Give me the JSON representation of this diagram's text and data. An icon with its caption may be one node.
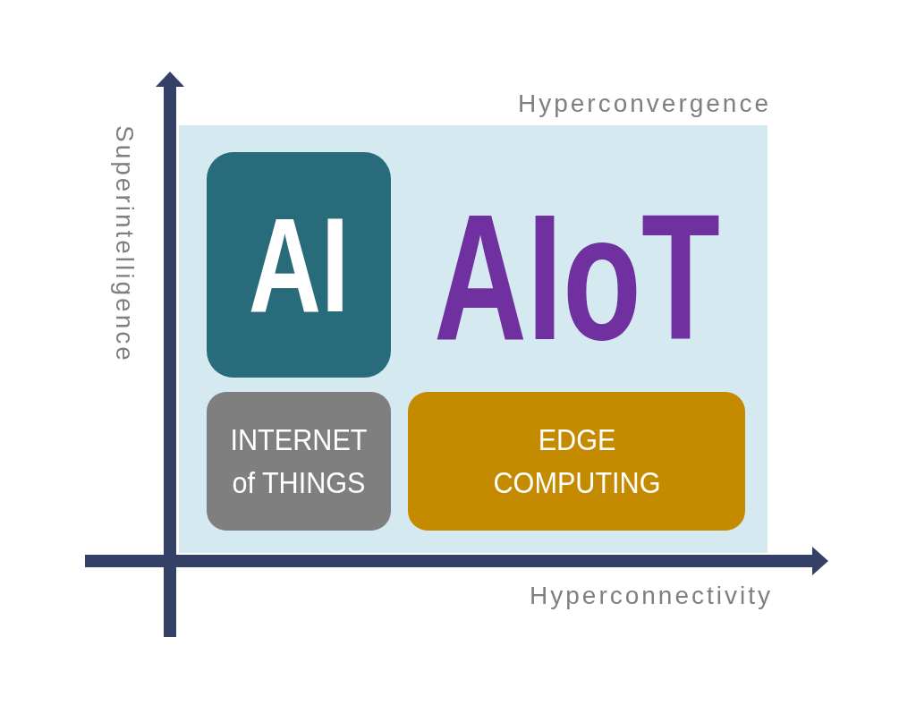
{
  "diagram": {
    "nodes": [
      {
        "text": [
          "Hyperconvergence",
          "AIoT"
        ]
      },
      {
        "text": [
          "AI"
        ],
        "in": 0
      },
      {
        "text": [
          "INTERNET of THINGS"
        ],
        "in": 0
      },
      {
        "text": [
          "EDGE COMPUTING"
        ],
        "in": 0
      }
    ],
    "labels": [
      "Superintelligence",
      "Hyperconnectivity"
    ]
  }
}
